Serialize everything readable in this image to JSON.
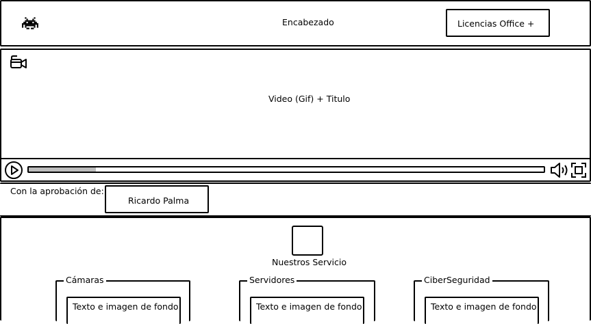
{
  "header": {
    "logo_icon": "space-invader-icon",
    "title": "Encabezado",
    "office_button_label": "Licencias Office +"
  },
  "video": {
    "camera_icon": "video-camera-icon",
    "title": "Video (Gif) + Titulo",
    "progress_fraction": 0.13,
    "icons": [
      "play-icon",
      "volume-icon",
      "fullscreen-icon"
    ]
  },
  "approval": {
    "label": "Con la aprobación de:",
    "approver_button_label": "Ricardo Palma"
  },
  "services": {
    "title": "Nuestros Servicio",
    "cards": [
      {
        "title": "Cámaras",
        "content": "Texto e imagen de fondo"
      },
      {
        "title": "Servidores",
        "content": "Texto e imagen de fondo"
      },
      {
        "title": "CiberSeguridad",
        "content": "Texto e imagen de fondo"
      }
    ]
  }
}
